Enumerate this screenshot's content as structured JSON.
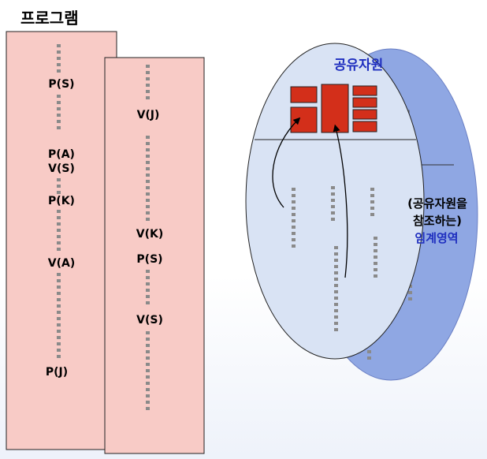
{
  "program": {
    "title": "프로그램",
    "process1_labels": [
      "P(S)",
      "P(A)",
      "V(S)",
      "P(K)",
      "V(A)",
      "P(J)"
    ],
    "process2_labels": [
      "V(J)",
      "V(K)",
      "P(S)",
      "V(S)"
    ]
  },
  "shared_resource": {
    "title": "공유자원"
  },
  "critical_section": {
    "note_line1": "(공유자원을",
    "note_line2": "참조하는)",
    "note_line3": "임계영역"
  },
  "colors": {
    "program_fill": "#f8cbc6",
    "ellipse_front": "#d9e3f4",
    "ellipse_back": "#8fa7e3",
    "resource_block": "#d32f1a",
    "title_blue": "#1f2fbf",
    "dash_gray": "#8a8a8a"
  }
}
